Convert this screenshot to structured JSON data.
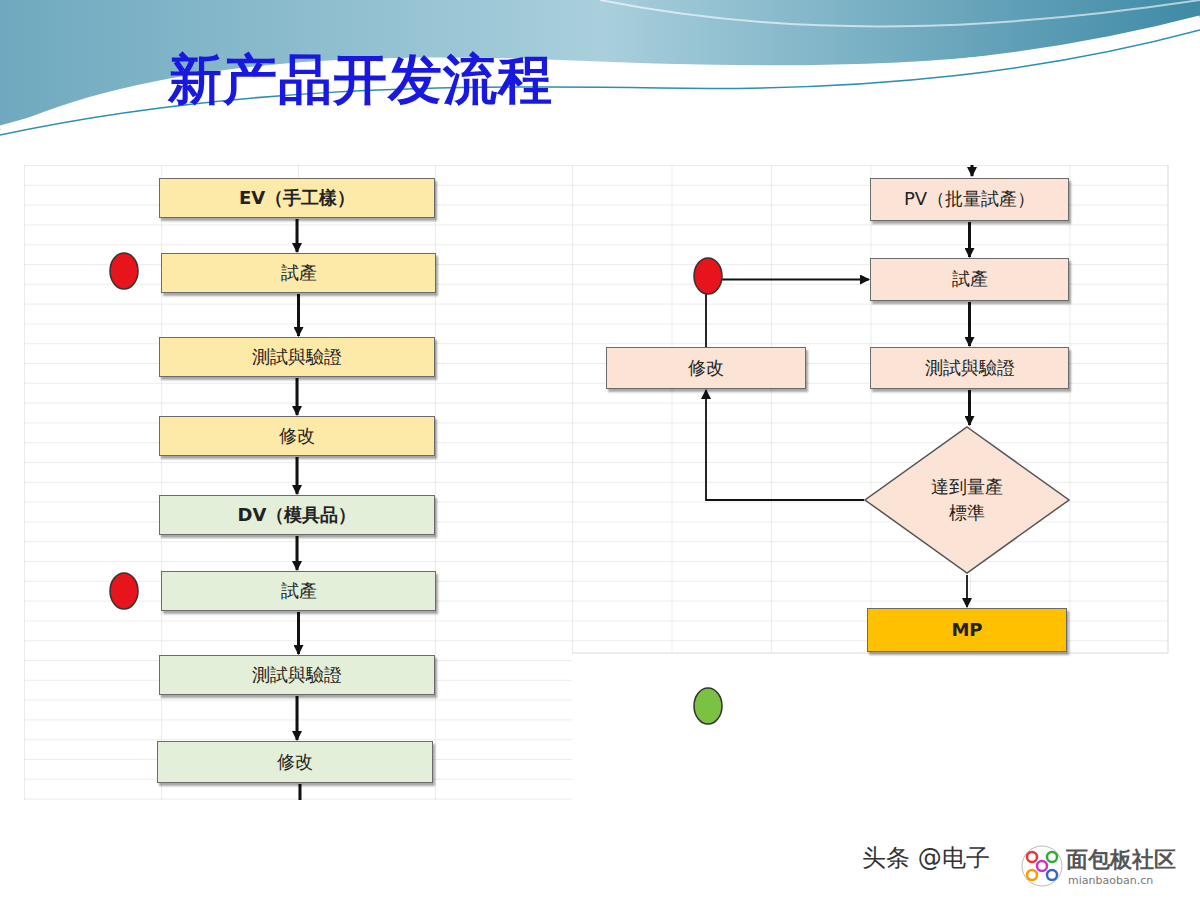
{
  "diagram": {
    "title": "新产品开发流程",
    "nodes": [
      {
        "text": [
          "EV（手工樣）"
        ]
      },
      {
        "text": [
          "試產"
        ]
      },
      {
        "text": [
          "測試與驗證"
        ]
      },
      {
        "text": [
          "修改"
        ]
      },
      {
        "text": [
          "DV（模具品）"
        ]
      },
      {
        "text": [
          "試產"
        ]
      },
      {
        "text": [
          "測試與驗證"
        ]
      },
      {
        "text": [
          "修改"
        ]
      },
      {
        "text": [
          "PV（批量試產）"
        ]
      },
      {
        "text": [
          "試產"
        ]
      },
      {
        "text": [
          "修改"
        ]
      },
      {
        "text": [
          "測試與驗證"
        ]
      },
      {
        "text": [
          "達到量產標準"
        ]
      },
      {
        "text": [
          "MP"
        ]
      }
    ],
    "edges": [
      {
        "from": 0,
        "to": 1,
        "arrow": "to"
      },
      {
        "from": 1,
        "to": 2,
        "arrow": "to"
      },
      {
        "from": 2,
        "to": 3,
        "arrow": "to"
      },
      {
        "from": 3,
        "to": 4,
        "arrow": "to"
      },
      {
        "from": 4,
        "to": 5,
        "arrow": "to"
      },
      {
        "from": 5,
        "to": 6,
        "arrow": "to"
      },
      {
        "from": 6,
        "to": 7,
        "arrow": "to"
      },
      {
        "from": 8,
        "to": 9,
        "arrow": "to"
      },
      {
        "from": 9,
        "to": 11,
        "arrow": "to"
      },
      {
        "from": 11,
        "to": 12,
        "arrow": "to"
      },
      {
        "from": 12,
        "to": 10,
        "arrow": "to"
      },
      {
        "from": 10,
        "to": 9,
        "arrow": "to"
      },
      {
        "from": 12,
        "to": 13,
        "arrow": "to"
      }
    ],
    "labels": [
      "头条 @电子",
      "面包板社区",
      "mianbaoban.cn"
    ]
  }
}
